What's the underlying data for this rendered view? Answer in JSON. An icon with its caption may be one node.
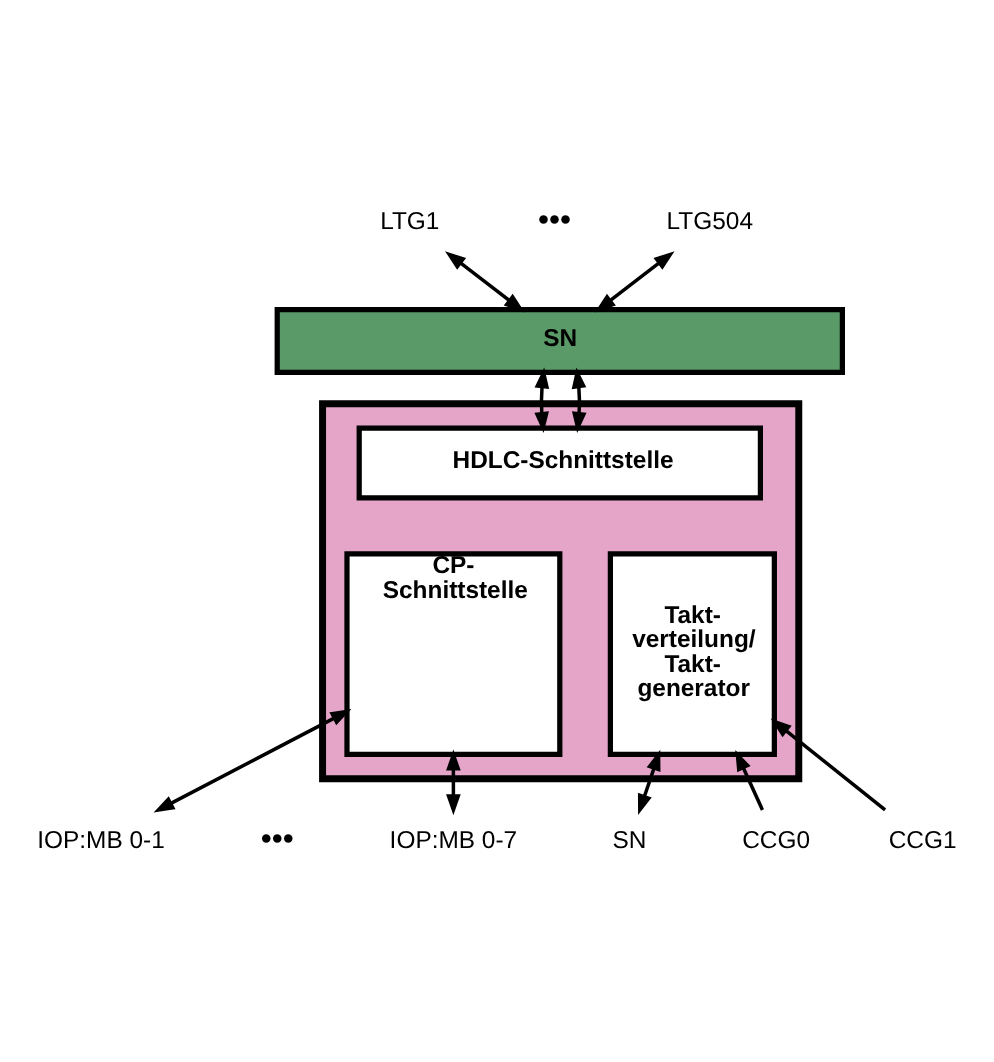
{
  "diagram": {
    "nodes": [
      {
        "text": [
          "LTG1"
        ]
      },
      {
        "text": [
          "LTG504"
        ]
      },
      {
        "text": [
          "SN"
        ]
      },
      {
        "text": [],
        "shape": "box"
      },
      {
        "text": [
          "HDLC-Schnittstelle"
        ],
        "in": 3
      },
      {
        "text": [
          "CP- Schnittstelle"
        ],
        "in": 3
      },
      {
        "text": [
          "Takt- verteilung/ Takt- generator"
        ],
        "in": 3
      },
      {
        "text": [
          "SN"
        ]
      },
      {
        "text": [
          "CCG0"
        ]
      },
      {
        "text": [
          "CCG1"
        ]
      },
      {
        "text": [
          "IOP:MB 0-1"
        ]
      },
      {
        "text": [
          "IOP:MB 0-7"
        ]
      }
    ],
    "edges": [
      {
        "from": 0,
        "to": 2,
        "arrow": "both"
      },
      {
        "from": 1,
        "to": 2,
        "arrow": "both"
      },
      {
        "from": 2,
        "to": 4,
        "arrow": "both"
      },
      {
        "from": 2,
        "to": 4,
        "arrow": "both"
      },
      {
        "from": 6,
        "to": 7,
        "arrow": "both"
      },
      {
        "from": 8,
        "to": 6,
        "arrow": "to"
      },
      {
        "from": 9,
        "to": 6,
        "arrow": "to"
      },
      {
        "from": 5,
        "to": 10,
        "arrow": "both"
      },
      {
        "from": 5,
        "to": 11,
        "arrow": "both"
      }
    ],
    "labels": [
      "•••",
      "•••"
    ]
  }
}
